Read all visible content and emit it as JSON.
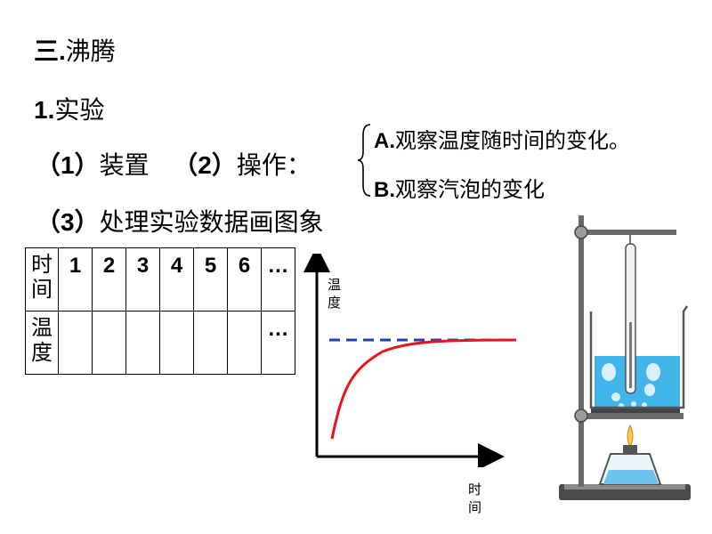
{
  "heading": {
    "prefix": "三.",
    "text": "沸腾"
  },
  "experiment": {
    "number": "1.",
    "text": "实验"
  },
  "steps": {
    "step1_num": "（1）",
    "step1_text": "装置",
    "step2_num": "（2）",
    "step2_text": "操作：",
    "step3_num": "（3）",
    "step3_text": "处理实验数据画图象"
  },
  "operations": {
    "a_letter": "A.",
    "a_text": "观察温度随时间的变化。",
    "b_letter": "B.",
    "b_text": "观察汽泡的变化"
  },
  "table": {
    "row1_header": [
      "时",
      "间"
    ],
    "row2_header": [
      "温",
      "度"
    ],
    "columns": [
      "1",
      "2",
      "3",
      "4",
      "5",
      "6",
      "…"
    ],
    "row2_values": [
      "",
      "",
      "",
      "",
      "",
      "",
      "…"
    ]
  },
  "chart": {
    "ylabel": [
      "温",
      "度"
    ],
    "xlabel": [
      "时",
      "间"
    ],
    "curve_color": "#e8141b",
    "dashed_color": "#1f3fb0"
  },
  "colors": {
    "water": "#41b4ea",
    "stand": "#5a5a5a"
  }
}
